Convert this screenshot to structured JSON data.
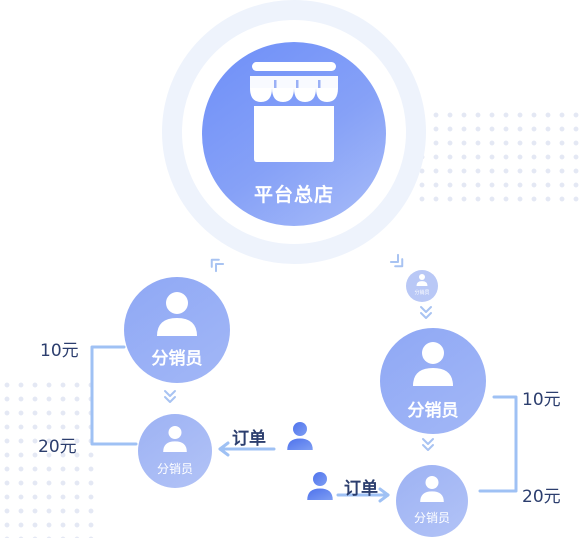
{
  "headquarters": {
    "label": "平台总店",
    "icon": "storefront-icon"
  },
  "distributors": {
    "left_upper": {
      "label": "分销员"
    },
    "left_lower": {
      "label": "分销员"
    },
    "right_upper": {
      "label": "分销员"
    },
    "right_lower": {
      "label": "分销员"
    },
    "right_tiny": {
      "label": "分销员"
    }
  },
  "commissions": {
    "left_upper": "10元",
    "left_lower": "20元",
    "right_upper": "10元",
    "right_lower": "20元"
  },
  "orders": {
    "left": "订单",
    "right": "订单"
  },
  "colors": {
    "primary": "#6e8ff9",
    "node": "#a2b7f6",
    "line": "#9fc1f4",
    "text": "#2c3e6e"
  }
}
